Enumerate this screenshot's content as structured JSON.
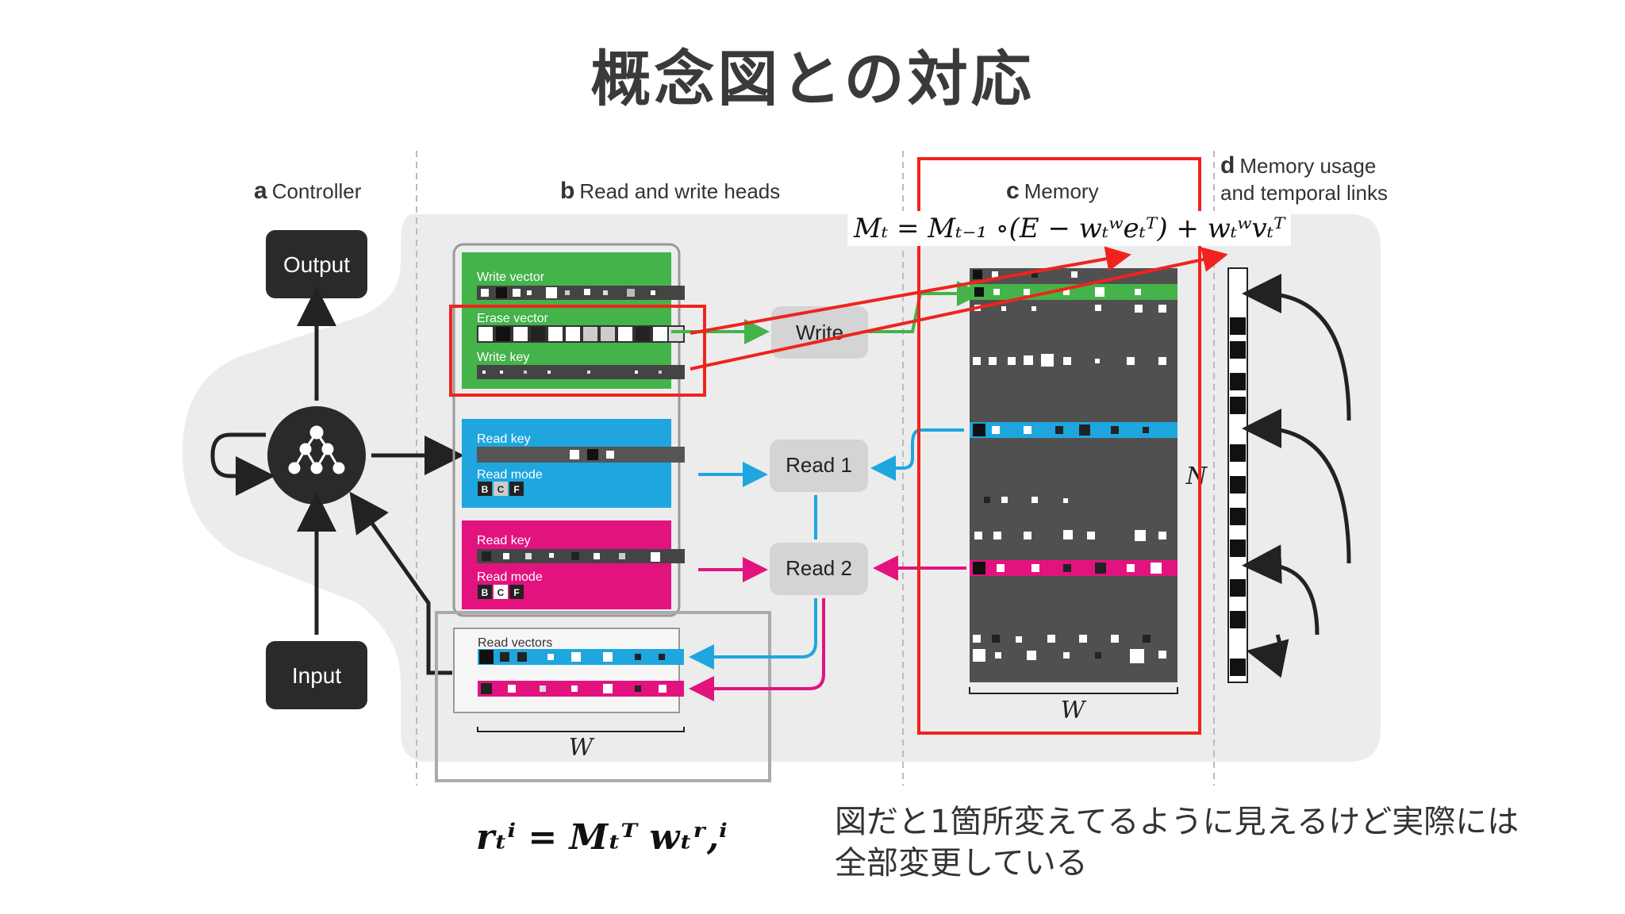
{
  "slide": {
    "title": "概念図との対応",
    "caption_line1": "図だと1箇所変えてるように見えるけど実際には",
    "caption_line2": "全部変更している"
  },
  "formulas": {
    "memory_update": "Mₜ = Mₜ₋₁ ∘(E − wₜʷeₜᵀ) + wₜʷvₜᵀ",
    "read_vector": "rₜⁱ = Mₜᵀ wₜʳ,ⁱ"
  },
  "panels": {
    "a": {
      "letter": "a",
      "title": "Controller"
    },
    "b": {
      "letter": "b",
      "title": "Read and write heads"
    },
    "c": {
      "letter": "c",
      "title": "Memory"
    },
    "d": {
      "letter": "d",
      "title_line1": "Memory usage",
      "title_line2": "and temporal links"
    }
  },
  "controller": {
    "output_label": "Output",
    "input_label": "Input"
  },
  "write_head": {
    "write_vector_label": "Write vector",
    "erase_vector_label": "Erase vector",
    "write_key_label": "Write key",
    "write_button": "Write"
  },
  "read_head_1": {
    "read_key_label": "Read key",
    "read_mode_label": "Read mode",
    "modes": [
      "B",
      "C",
      "F"
    ],
    "button": "Read 1"
  },
  "read_head_2": {
    "read_key_label": "Read key",
    "read_mode_label": "Read mode",
    "modes": [
      "B",
      "C",
      "F"
    ],
    "button": "Read 2"
  },
  "read_vectors_label": "Read vectors",
  "dims": {
    "w_heads": "W",
    "w_memory": "W",
    "n_memory": "N"
  },
  "colors": {
    "write_green": "#44b34a",
    "read1_blue": "#1fa6de",
    "read2_magenta": "#e2137f",
    "highlight_red": "#f0231e",
    "dark_box": "#2a2a2a",
    "memory_bg": "#505050"
  }
}
